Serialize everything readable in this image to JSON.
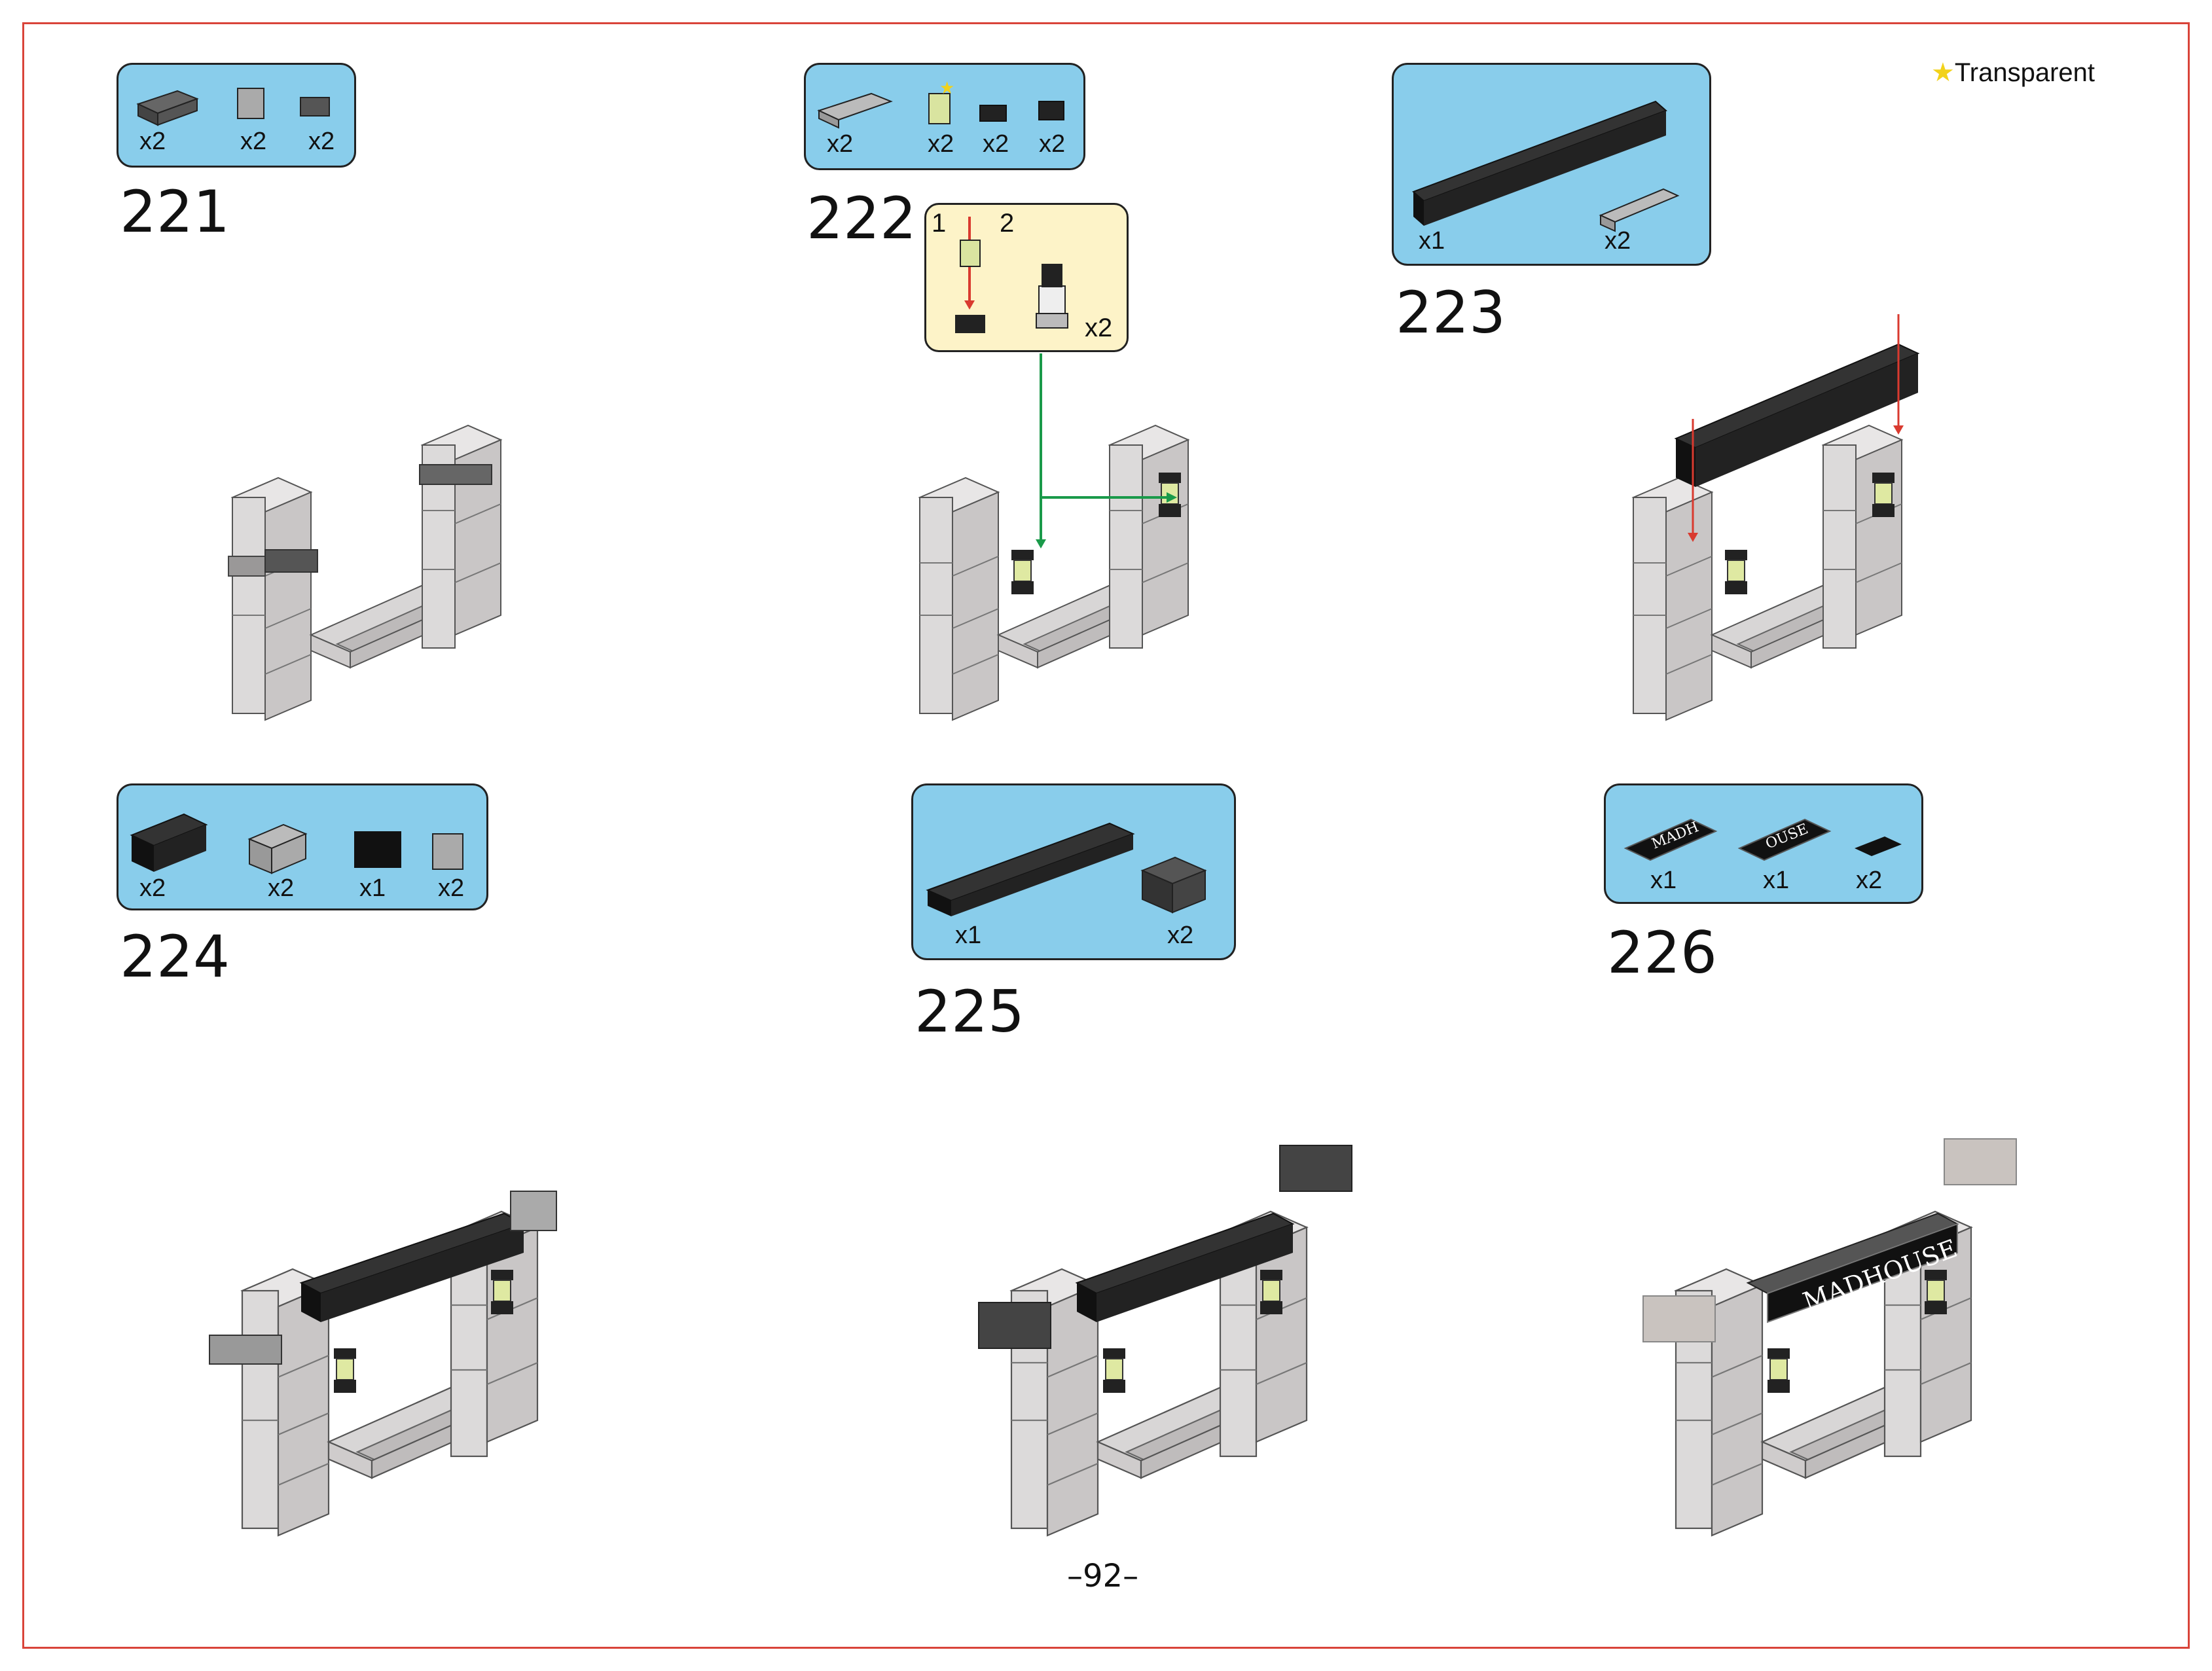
{
  "legend": {
    "symbol": "★",
    "label": "Transparent"
  },
  "steps": [
    {
      "number": "221",
      "parts": [
        "x2",
        "x2",
        "x2"
      ]
    },
    {
      "number": "222",
      "parts": [
        "x2",
        "x2",
        "x2",
        "x2"
      ],
      "sub": {
        "n1": "1",
        "n2": "2",
        "qty": "x2"
      }
    },
    {
      "number": "223",
      "parts": [
        "x1",
        "x2"
      ]
    },
    {
      "number": "224",
      "parts": [
        "x2",
        "x2",
        "x1",
        "x2"
      ]
    },
    {
      "number": "225",
      "parts": [
        "x1",
        "x2"
      ]
    },
    {
      "number": "226",
      "parts": [
        "x1",
        "x1",
        "x2"
      ],
      "tiles": [
        "MADH",
        "OUSE"
      ]
    }
  ],
  "sign": "MADHOUSE",
  "page": "–92–",
  "colors": {
    "frame": "#d9443a",
    "parts_bg": "#89cdeb",
    "sub_bg": "#fdf3c8",
    "arrow_red": "#d93a2f",
    "arrow_green": "#1a9a4a"
  }
}
